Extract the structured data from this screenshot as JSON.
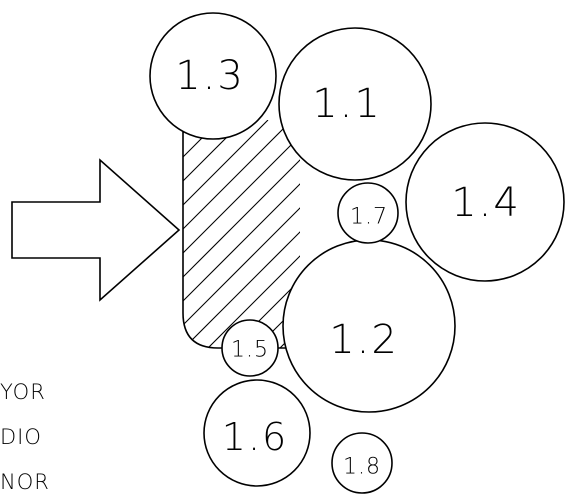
{
  "diagram": {
    "nodes": [
      {
        "id": "1.1",
        "label": "1.1"
      },
      {
        "id": "1.2",
        "label": "1.2"
      },
      {
        "id": "1.3",
        "label": "1.3"
      },
      {
        "id": "1.4",
        "label": "1.4"
      },
      {
        "id": "1.5",
        "label": "1.5"
      },
      {
        "id": "1.6",
        "label": "1.6"
      },
      {
        "id": "1.7",
        "label": "1.7"
      },
      {
        "id": "1.8",
        "label": "1.8"
      }
    ],
    "legend": [
      "YOR",
      "DIO",
      "NOR"
    ]
  }
}
